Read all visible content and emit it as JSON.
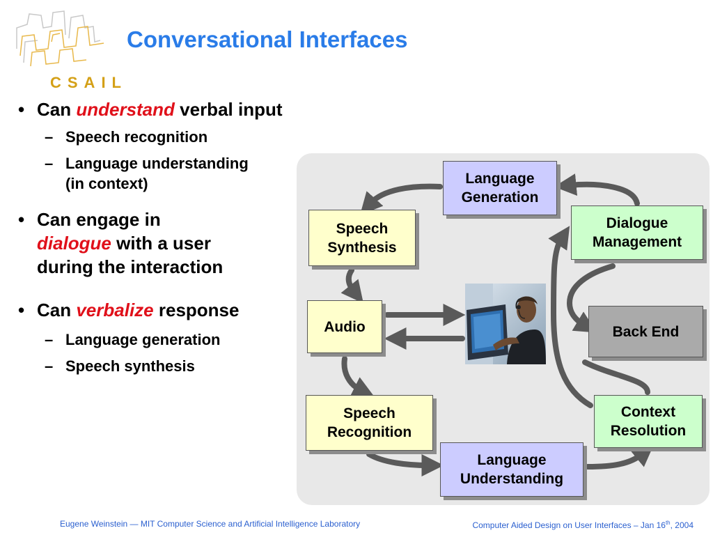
{
  "logo": {
    "text": "CSAIL",
    "color": "#d4a017"
  },
  "title": "Conversational Interfaces",
  "bullets": [
    {
      "prefix": "Can ",
      "emphasis": "understand",
      "suffix": " verbal input",
      "subitems": [
        "Speech recognition",
        "Language understanding",
        "(in context)"
      ]
    },
    {
      "prefix": "Can engage in",
      "emphasis": "dialogue",
      "suffix": " with a user",
      "line3": "during the interaction"
    },
    {
      "prefix": "Can ",
      "emphasis": "verbalize",
      "suffix": " response",
      "subitems": [
        "Language generation",
        "Speech synthesis"
      ]
    }
  ],
  "diagram": {
    "language_generation": [
      "Language",
      "Generation"
    ],
    "speech_synthesis": [
      "Speech",
      "Synthesis"
    ],
    "dialogue_management": [
      "Dialogue",
      "Management"
    ],
    "audio": "Audio",
    "back_end": "Back End",
    "speech_recognition": [
      "Speech",
      "Recognition"
    ],
    "context_resolution": [
      "Context",
      "Resolution"
    ],
    "language_understanding": [
      "Language",
      "Understanding"
    ]
  },
  "footer": {
    "left": "Eugene Weinstein — MIT Computer Science and Artificial Intelligence Laboratory",
    "right_main": "Computer Aided Design on User Interfaces – Jan 16",
    "right_sup": "th",
    "right_end": ", 2004"
  },
  "colors": {
    "title": "#2a7ce8",
    "emphasis": "#e0101a",
    "footer": "#2a5fcf",
    "yellow_box": "#ffffcc",
    "blue_box": "#ccccff",
    "green_box": "#ccffcc",
    "gray_box": "#aaaaaa",
    "arrow": "#5a5a5a",
    "panel": "#e8e8e8"
  }
}
